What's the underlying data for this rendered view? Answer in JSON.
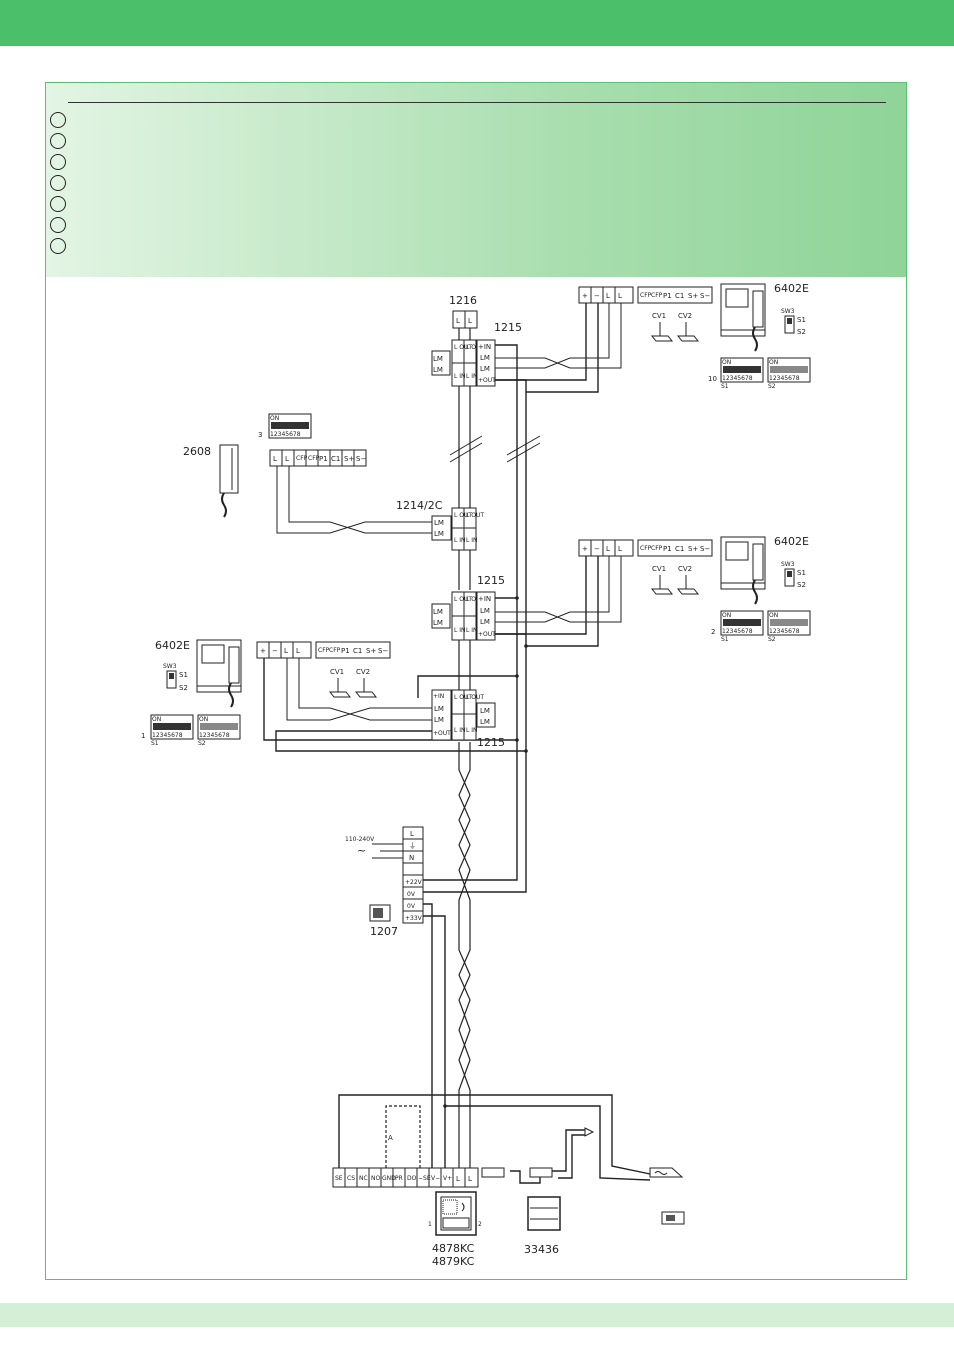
{
  "devices": {
    "monitor_6402e_top": "6402E",
    "monitor_6402e_mid": "6402E",
    "monitor_6402e_left": "6402E",
    "handset_2608": "2608",
    "terminator_1216": "1216",
    "distributor_1215_top": "1215",
    "distributor_1215_mid": "1215",
    "distributor_1215_low": "1215",
    "distributor_1214_2c": "1214/2C",
    "power_supply_1207": "1207",
    "entrance_panel_line1": "4878KC",
    "entrance_panel_line2": "4879KC",
    "button_module_33436": "33436"
  },
  "labels": {
    "cv1": "CV1",
    "cv2": "CV2",
    "sw3": "SW3",
    "s1": "S1",
    "s2": "S2",
    "dip_on": "ON",
    "dip_numbers": "12345678",
    "dip_addr_top": "10",
    "dip_addr_mid": "2",
    "dip_addr_left": "1",
    "dip_addr_2608": "3",
    "mains_voltage": "110-240V",
    "mains_symbol": "~",
    "lock_label": "A",
    "panel_pin_1": "1",
    "panel_pin_2": "2"
  },
  "terminals": {
    "monitor_strip": [
      "+",
      "−",
      "L",
      "L",
      "CFP",
      "CFP",
      "P1",
      "C1",
      "S+",
      "S−"
    ],
    "handset_strip": [
      "L",
      "L",
      "CFP",
      "CFP",
      "P1",
      "C1",
      "S+",
      "S−"
    ],
    "terminator": [
      "L",
      "L"
    ],
    "distributor_left": [
      "LM",
      "LM"
    ],
    "distributor_top": [
      "L OUT",
      "L OUT"
    ],
    "distributor_bottom": [
      "L IN",
      "L IN"
    ],
    "distributor_power": [
      "+IN",
      "+OUT"
    ],
    "psu_strip": [
      "L",
      "⏚",
      "N",
      "+22V",
      "0V",
      "0V",
      "+33V"
    ],
    "panel_strip": [
      "SE",
      "CS",
      "NC",
      "NO",
      "GND",
      "PR",
      "DO",
      "−SE",
      "V−",
      "V+",
      "L",
      "L"
    ]
  }
}
